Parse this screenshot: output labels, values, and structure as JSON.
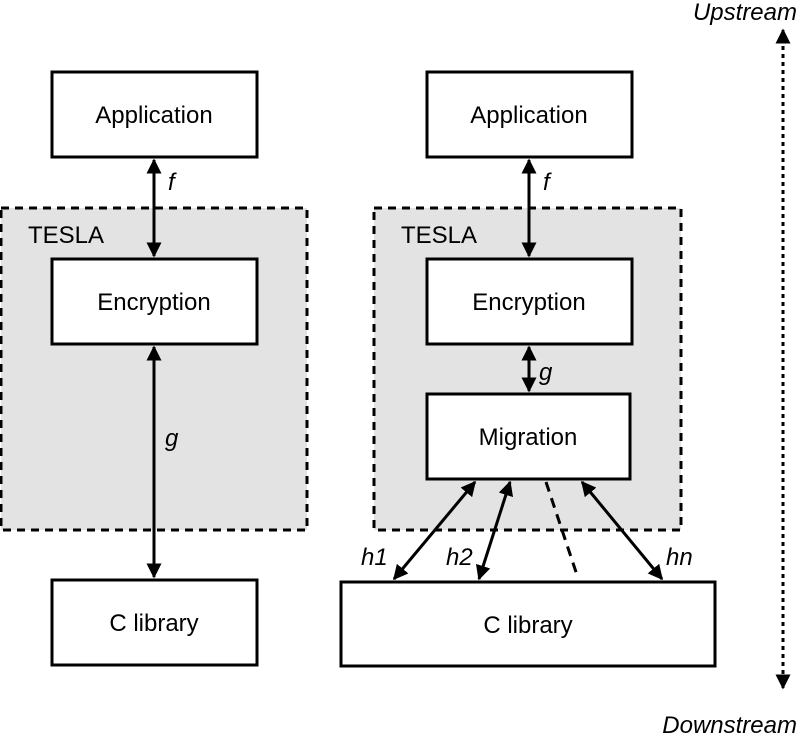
{
  "colors": {
    "region_fill": "#e3e3e3",
    "stroke": "#000000",
    "box_fill": "#ffffff"
  },
  "left": {
    "region_label": "TESLA",
    "application": "Application",
    "encryption": "Encryption",
    "clibrary": "C library",
    "edge_f": "f",
    "edge_g": "g"
  },
  "right": {
    "region_label": "TESLA",
    "application": "Application",
    "encryption": "Encryption",
    "migration": "Migration",
    "clibrary": "C library",
    "edge_f": "f",
    "edge_g": "g",
    "edge_h1": "h1",
    "edge_h2": "h2",
    "edge_hn": "hn"
  },
  "axis": {
    "top": "Upstream",
    "bottom": "Downstream"
  }
}
